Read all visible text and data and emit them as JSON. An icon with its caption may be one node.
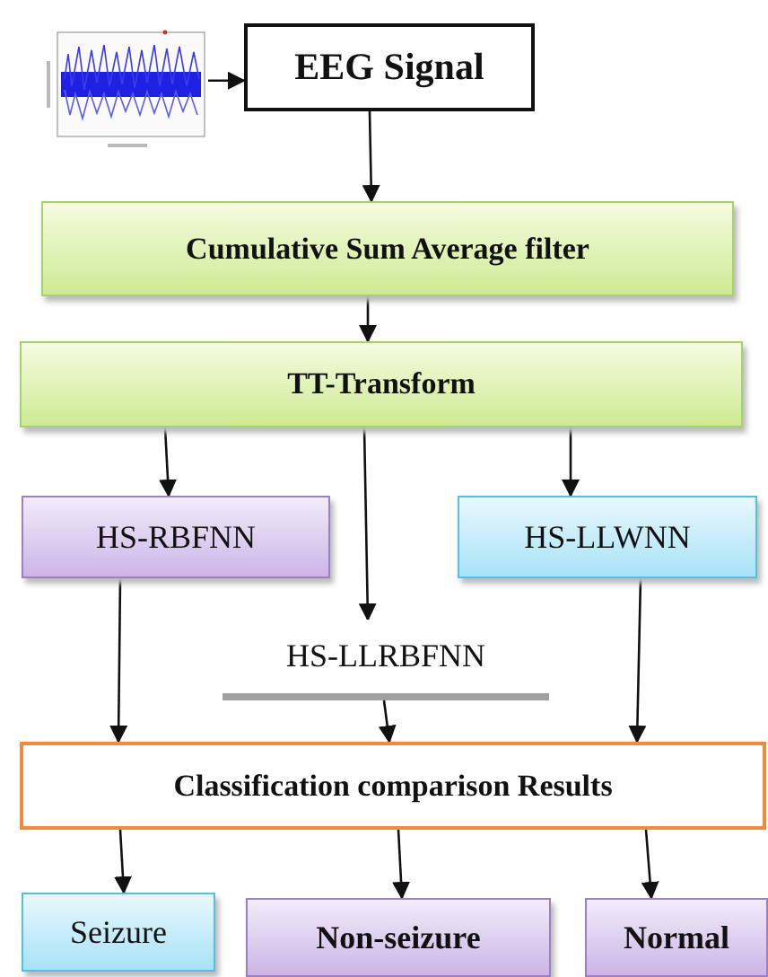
{
  "diagram": {
    "nodes": [
      {
        "text": [],
        "shape": "picture"
      },
      {
        "text": [
          "EEG Signal"
        ]
      },
      {
        "text": [
          "Cumulative Sum Average filter"
        ]
      },
      {
        "text": [
          "TT-Transform"
        ]
      },
      {
        "text": [
          "HS-RBFNN"
        ]
      },
      {
        "text": [
          "HS-LLWNN"
        ]
      },
      {
        "text": [
          "HS-LLRBFNN"
        ]
      },
      {
        "text": [
          "Classification comparison Results"
        ]
      },
      {
        "text": [
          "Seizure"
        ]
      },
      {
        "text": [
          "Non-seizure"
        ]
      },
      {
        "text": [
          "Normal"
        ]
      }
    ],
    "edges": [
      {
        "from": 0,
        "to": 1,
        "arrow": "to"
      },
      {
        "from": 1,
        "to": 2,
        "arrow": "to"
      },
      {
        "from": 2,
        "to": 3,
        "arrow": "to"
      },
      {
        "from": 3,
        "to": 4,
        "arrow": "to"
      },
      {
        "from": 3,
        "to": 6,
        "arrow": "to"
      },
      {
        "from": 3,
        "to": 5,
        "arrow": "to"
      },
      {
        "from": 4,
        "to": 7,
        "arrow": "to"
      },
      {
        "from": 6,
        "to": 7,
        "arrow": "to"
      },
      {
        "from": 5,
        "to": 7,
        "arrow": "to"
      },
      {
        "from": 7,
        "to": 8,
        "arrow": "to"
      },
      {
        "from": 7,
        "to": 9,
        "arrow": "to"
      },
      {
        "from": 7,
        "to": 10,
        "arrow": "to"
      }
    ]
  }
}
